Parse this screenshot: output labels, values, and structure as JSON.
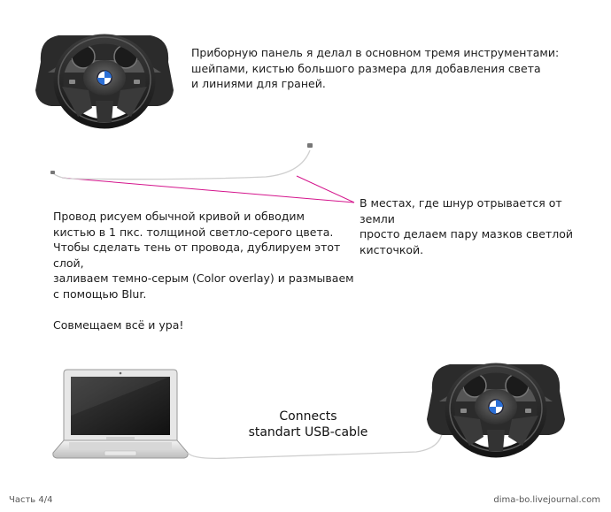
{
  "texts": {
    "dashboard_note": "Приборную панель я делал в основном тремя инструментами:\nшейпами, кистью большого размера для добавления света\nи линиями для граней.",
    "cable_shadow_note": "В местах, где шнур отрывается от земли\nпросто делаем пару мазков светлой\nкисточкой.",
    "wire_note": "Провод рисуем обычной кривой и обводим\nкистью в 1 пкс. толщиной светло-серого цвета.\nЧтобы сделать тень от провода, дублируем этот слой,\nзаливаем темно-серым (Color overlay) и размываем\nс помощью Blur.",
    "combine_note": "Совмещаем всё и ура!",
    "connects_caption": "Connects\nstandart USB-cable",
    "footer_left": "Часть 4/4",
    "footer_right": "dima-bo.livejournal.com"
  },
  "colors": {
    "pointer_line": "#d4148c",
    "wire": "#c8c8c8"
  },
  "icons": [
    "steering-wheel-icon",
    "laptop-icon",
    "usb-plug-icon"
  ]
}
